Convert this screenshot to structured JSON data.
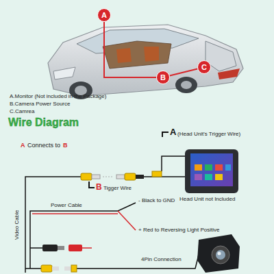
{
  "diagram": {
    "title": "Wire Diagram",
    "nodes": [
      {
        "text": [
          "A"
        ]
      },
      {
        "text": [
          "B"
        ]
      },
      {
        "text": [
          "C"
        ]
      }
    ],
    "edges": [
      {
        "from": 0,
        "to": 1,
        "arrow": "none"
      },
      {
        "from": 1,
        "to": 2,
        "arrow": "none"
      }
    ],
    "labels": [
      "A.Monitor (Not included in the Package)",
      "B.Camera Power Source",
      "C.Camrea",
      "A",
      "Connects to",
      "B",
      "A",
      "(Head Unit's Trigger Wire)",
      "B",
      "Tigger Wire",
      "Head Unit not Included",
      "Video Cable",
      "Power Cable",
      "- Black to GND",
      "+ Red to Reversing Light Positive",
      "4Pin Connection"
    ]
  }
}
